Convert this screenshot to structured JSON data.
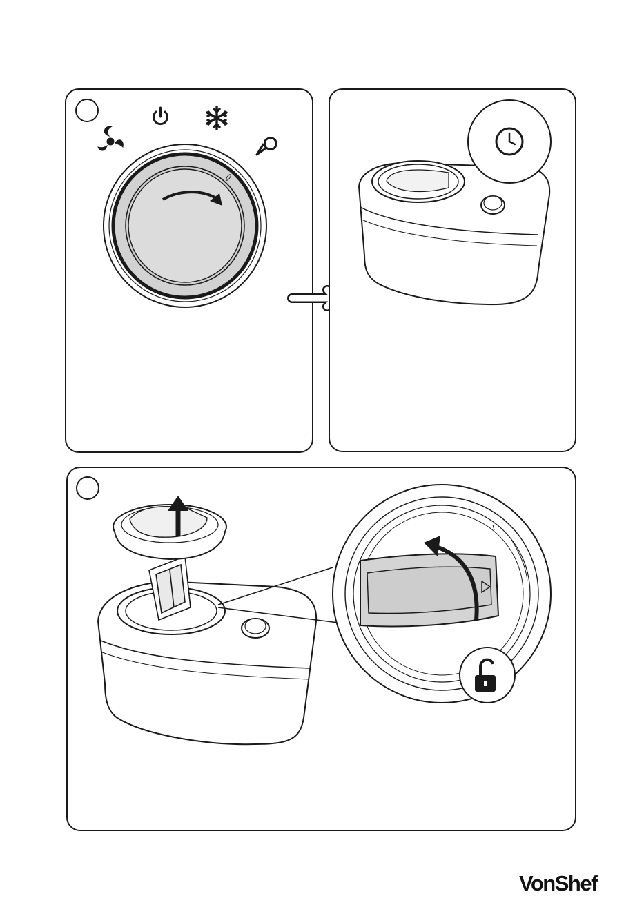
{
  "document": {
    "brand": "VonShef"
  },
  "panels": [
    {
      "id": "dial",
      "icons": [
        "mix-icon",
        "power-icon",
        "snowflake-icon",
        "ice-cream-cone-icon"
      ]
    },
    {
      "id": "machine-timer",
      "icons": [
        "clock-icon"
      ]
    },
    {
      "id": "remove-lid",
      "icons": [
        "up-arrow-icon",
        "unlock-icon"
      ]
    }
  ]
}
